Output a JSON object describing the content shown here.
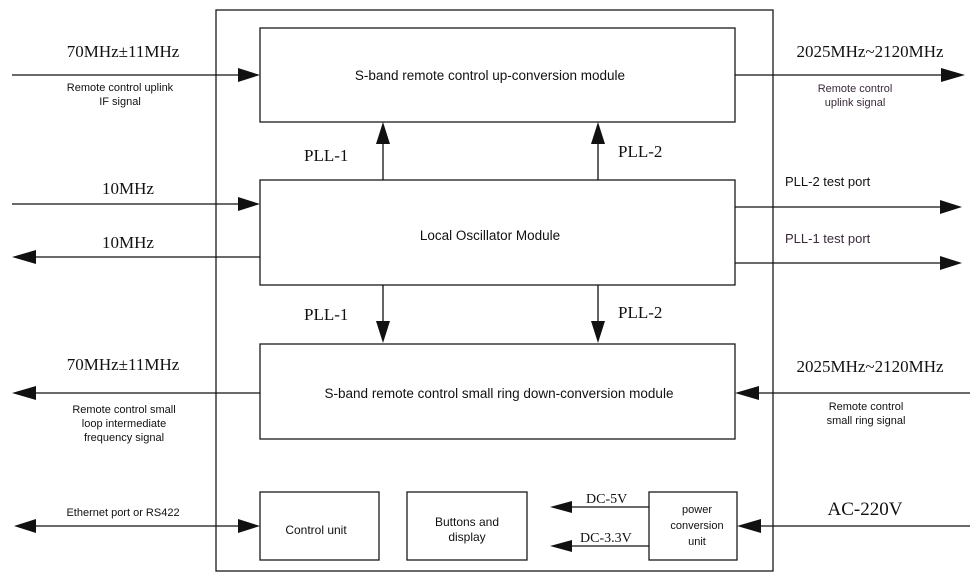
{
  "modules": {
    "upconversion": "S-band remote control up-conversion module",
    "local_osc": "Local Oscillator Module",
    "downconversion": "S-band remote control small ring down-conversion module",
    "control_unit": "Control unit",
    "buttons_line1": "Buttons and",
    "buttons_line2": "display",
    "power_line1": "power",
    "power_line2": "conversion",
    "power_line3": "unit"
  },
  "signals": {
    "in_uplink_freq": "70MHz±11MHz",
    "in_uplink_desc1": "Remote control uplink",
    "in_uplink_desc2": "IF signal",
    "out_uplink_freq": "2025MHz~2120MHz",
    "out_uplink_desc1": "Remote control",
    "out_uplink_desc2": "uplink signal",
    "ref_in": "10MHz",
    "ref_out": "10MHz",
    "pll2_test": "PLL-2 test port",
    "pll1_test": "PLL-1 test port",
    "pll1_up": "PLL-1",
    "pll2_up": "PLL-2",
    "pll1_down": "PLL-1",
    "pll2_down": "PLL-2",
    "out_down_freq": "70MHz±11MHz",
    "out_down_desc1": "Remote control small",
    "out_down_desc2": "loop intermediate",
    "out_down_desc3": "frequency signal",
    "in_down_freq": "2025MHz~2120MHz",
    "in_down_desc1": "Remote control",
    "in_down_desc2": "small ring signal",
    "ethernet": "Ethernet port or RS422",
    "ac": "AC-220V",
    "dc5": "DC-5V",
    "dc33": "DC-3.3V"
  }
}
